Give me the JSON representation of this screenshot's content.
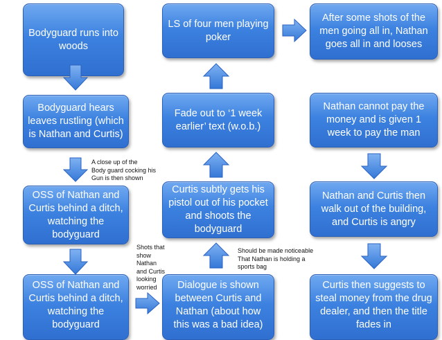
{
  "boxes": {
    "b1": "Bodyguard runs into woods",
    "b2": "LS of four men playing poker",
    "b3": "After some shots of the men going all in, Nathan goes all in and looses",
    "b4": "Bodyguard hears leaves rustling (which is Nathan and Curtis)",
    "b5": "Fade out to ‘1 week earlier’ text (w.o.b.)",
    "b6": "Nathan cannot pay the money and is given 1 week to pay the man",
    "b7": "OSS of Nathan and Curtis behind a ditch, watching the bodyguard",
    "b8": "Curtis subtly gets his pistol out of his pocket and shoots the bodyguard",
    "b9": "Nathan and Curtis then walk out of the building, and Curtis is angry",
    "b10": "OSS of Nathan and Curtis behind a ditch, watching the bodyguard",
    "b11": "Dialogue is shown between Curtis and Nathan (about how this was a bad idea)",
    "b12": "Curtis then suggests to steal money from the drug dealer, and then the title fades in"
  },
  "notes": {
    "n1": "A close up of the\nBody guard cocking his\nGun is then shown",
    "n2": "Shots that\nshow\nNathan\nand Curtis\n looking\nworried",
    "n3": "Should be made noticeable\nThat Nathan is holding a\nsports bag"
  }
}
